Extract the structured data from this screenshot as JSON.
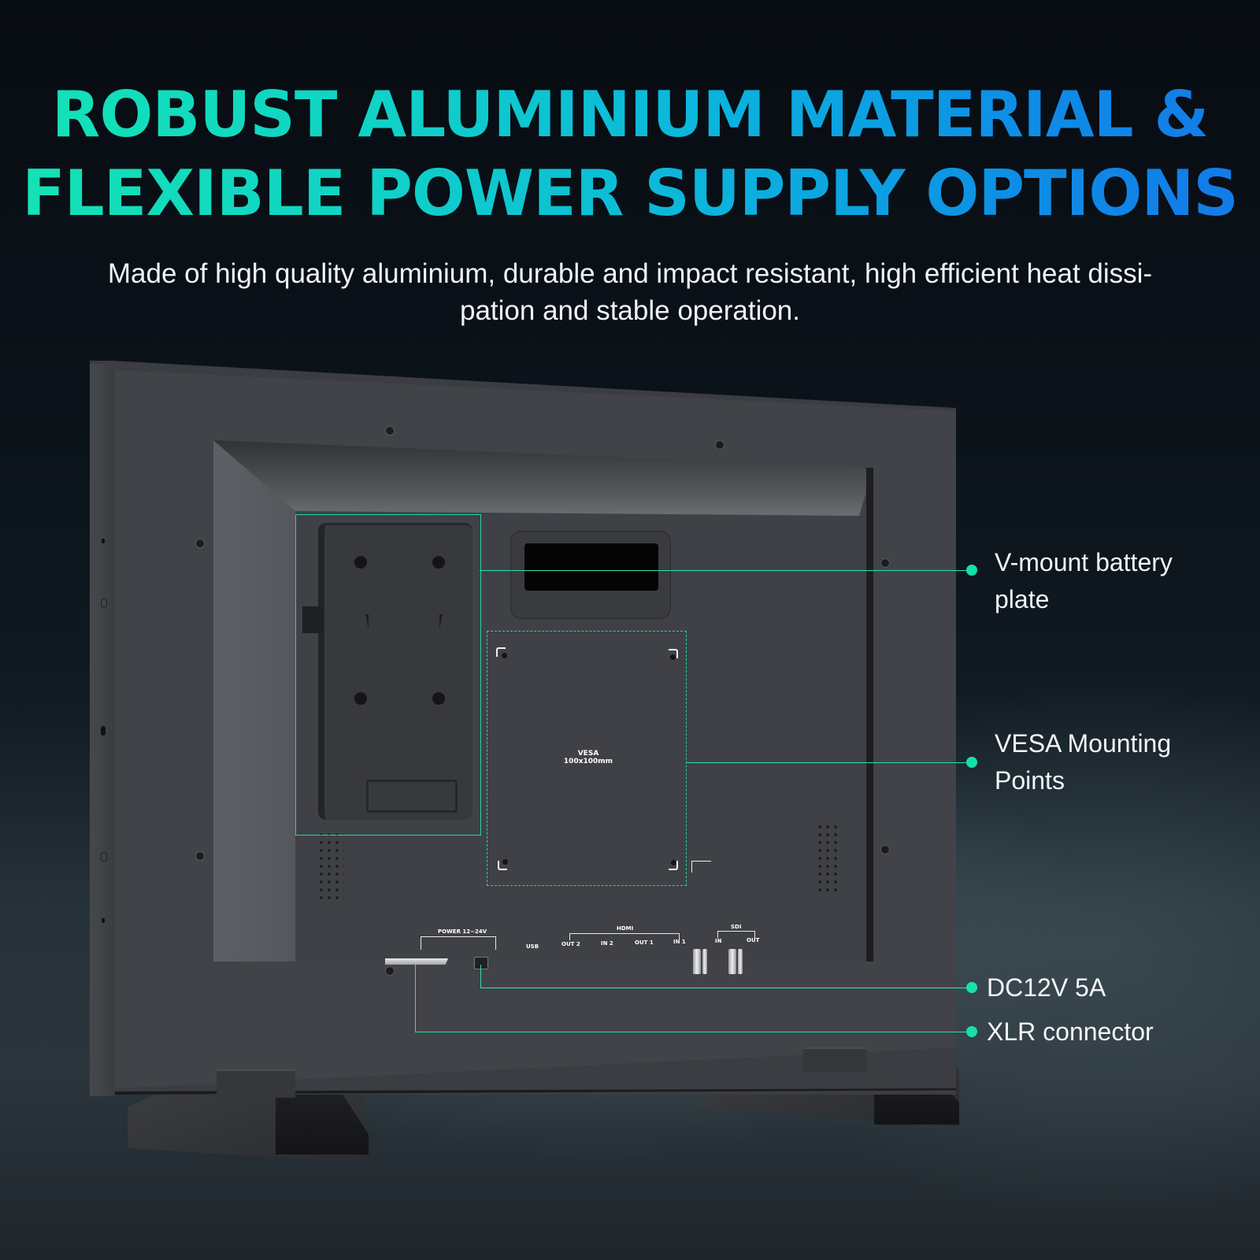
{
  "header": {
    "title_line1": "ROBUST ALUMINIUM MATERIAL &",
    "title_line2": "FLEXIBLE POWER SUPPLY OPTIONS",
    "subtitle_line1": "Made of high quality aluminium, durable and impact resistant, high efficient heat dissi-",
    "subtitle_line2": "pation and stable operation.",
    "title_gradient": [
      "#14e3b4",
      "#1478e8"
    ]
  },
  "product": {
    "vesa_label": "VESA",
    "vesa_size": "100x100mm",
    "ports": {
      "power_group": "POWER 12~24V",
      "usb": "USB",
      "hdmi_group": "HDMI",
      "hdmi_ports": [
        "OUT 2",
        "IN 2",
        "OUT 1",
        "IN 1"
      ],
      "sdi_group": "SDI",
      "sdi_ports": [
        "IN",
        "OUT"
      ]
    }
  },
  "callouts": [
    {
      "line1": "V-mount battery",
      "line2": "plate"
    },
    {
      "line1": "VESA Mounting",
      "line2": "Points"
    },
    {
      "line1": "DC12V 5A"
    },
    {
      "line1": "XLR connector"
    }
  ],
  "colors": {
    "accent": "#1fd6a6",
    "background": "#0b1219",
    "text": "#f4f6f7"
  }
}
